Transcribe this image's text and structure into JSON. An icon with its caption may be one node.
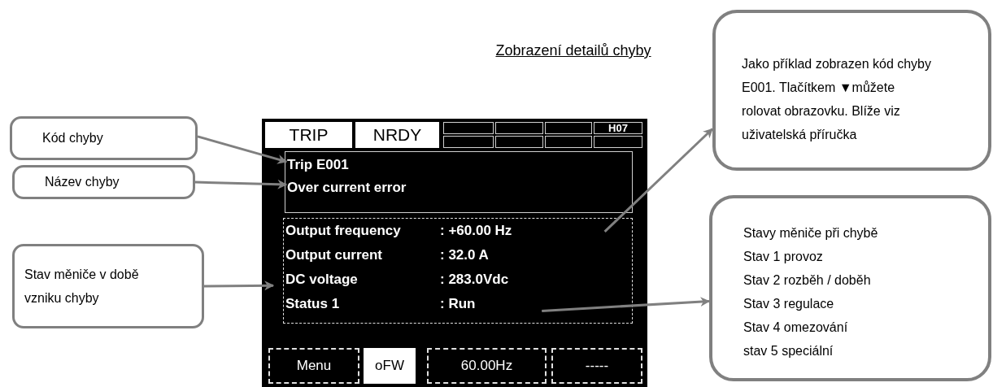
{
  "diagram": {
    "title": "Zobrazení detailů chyby",
    "nodes": [
      {
        "text": [
          "Kód chyby"
        ]
      },
      {
        "text": [
          "Název chyby"
        ]
      },
      {
        "text": [
          "Stav měniče v době vzniku chyby"
        ]
      },
      {
        "text": [
          "Jako příklad zobrazen kód chyby E001. Tlačítkem ▼můžete rolovat obrazovku. Blíže viz uživatelská příručka"
        ]
      },
      {
        "text": [
          "Stavy měniče při chybě",
          "Stav 1 provoz",
          "Stav 2 rozběh / doběh",
          "Stav 3 regulace",
          "Stav 4 omezování",
          "stav 5 speciální"
        ]
      },
      {
        "text": [],
        "shape": "box"
      },
      {
        "text": [
          "TRIP"
        ],
        "in": 5
      },
      {
        "text": [
          "NRDY"
        ],
        "in": 5
      },
      {
        "text": [],
        "shape": "box",
        "in": 5
      },
      {
        "text": [],
        "shape": "box",
        "in": 5
      },
      {
        "text": [],
        "shape": "box",
        "in": 5
      },
      {
        "text": [
          "H07"
        ],
        "in": 5
      },
      {
        "text": [],
        "shape": "box",
        "in": 5
      },
      {
        "text": [],
        "shape": "box",
        "in": 5
      },
      {
        "text": [],
        "shape": "box",
        "in": 5
      },
      {
        "text": [],
        "shape": "box",
        "in": 5
      },
      {
        "text": [
          "Trip E001",
          "Over current error"
        ],
        "in": 5
      },
      {
        "text": [
          "Output frequency",
          ": +60.00 Hz",
          "Output current",
          ": 32.0 A",
          "DC voltage",
          ": 283.0Vdc",
          "Status 1",
          ": Run"
        ],
        "in": 5
      },
      {
        "text": [
          "Menu"
        ],
        "in": 5
      },
      {
        "text": [
          "oFW"
        ],
        "in": 5
      },
      {
        "text": [
          "60.00Hz"
        ],
        "in": 5
      },
      {
        "text": [
          "-----"
        ],
        "in": 5
      }
    ],
    "edges": [
      {
        "from": 0,
        "to": 16,
        "arrow": "to"
      },
      {
        "from": 1,
        "to": 16,
        "arrow": "to"
      },
      {
        "from": 2,
        "to": 17,
        "arrow": "to"
      },
      {
        "from": 17,
        "to": 3,
        "arrow": "to"
      },
      {
        "from": 17,
        "to": 4,
        "arrow": "to"
      }
    ]
  }
}
